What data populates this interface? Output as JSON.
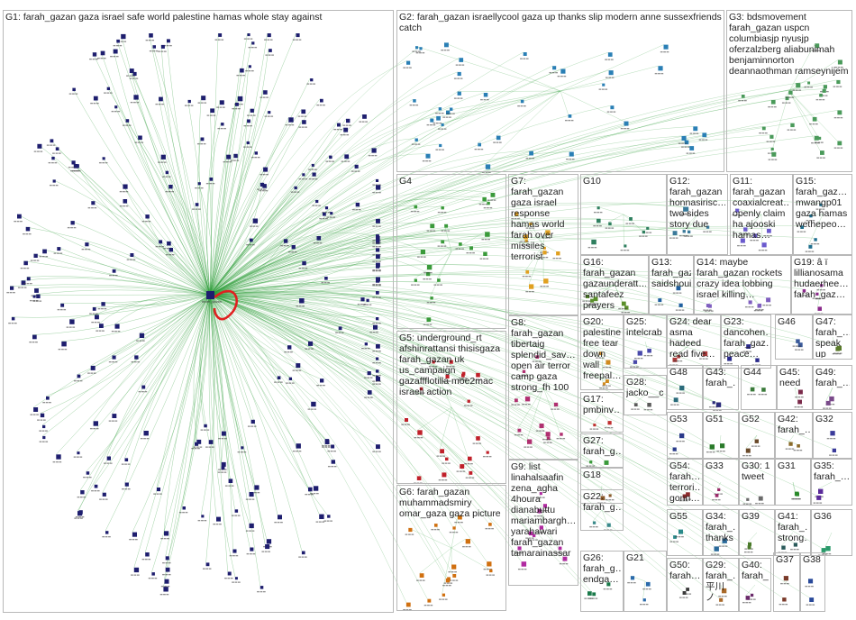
{
  "groups": [
    {
      "id": "G1",
      "label": "G1: farah_gazan gaza israel safe world palestine hamas whole stay against",
      "color": "#1e1e6e"
    },
    {
      "id": "G2",
      "label": "G2: farah_gazan israellycool gaza up thanks slip modern anne sussexfriends catch",
      "color": "#2a7fb5"
    },
    {
      "id": "G3",
      "label": "G3: bdsmovement farah_gazan uspcn columbiasjp nyusjp oferzalzberg aliabunimah benjaminnorton deannaothman ramseynijem",
      "color": "#4a9a5a"
    },
    {
      "id": "G4",
      "label": "G4",
      "color": "#3a9a3a"
    },
    {
      "id": "G5",
      "label": "G5: underground_rt afshinrattansi thisisgaza farah_gazan uk us_campaign gazaffflotilla moe2mac israeli action",
      "color": "#c0202a"
    },
    {
      "id": "G6",
      "label": "G6: farah_gazan muhammadsmiry omar_gaza gaza picture",
      "color": "#d07010"
    },
    {
      "id": "G7",
      "label": "G7: farah_gazan gaza israel response hamas world farah over missiles terrorist",
      "color": "#e0a020"
    },
    {
      "id": "G8",
      "label": "G8: farah_gazan tibertaig splendid_sav… open air terror camp gaza strong_fh 100",
      "color": "#b03070"
    },
    {
      "id": "G9",
      "label": "G9: list linahalsaafin zena_agha 4houra dianabuttu mariambargh… yarahawari farah_gazan tamarainassar",
      "color": "#b02aa0"
    },
    {
      "id": "G10",
      "label": "G10",
      "color": "#2f7f5f"
    },
    {
      "id": "G11",
      "label": "G11: farah_gazan coaxialcreat… openly claim ha ajooski hamas…",
      "color": "#6a5acd"
    },
    {
      "id": "G12",
      "label": "G12: farah_gazan honnasirisc… two sides story due",
      "color": "#3a7a9a"
    },
    {
      "id": "G13",
      "label": "G13: farah_gazan saidshouib",
      "color": "#1f5f9f"
    },
    {
      "id": "G14",
      "label": "G14: maybe farah_gazan rockets crazy idea lobbing israel killing…",
      "color": "#7f5fbf"
    },
    {
      "id": "G15",
      "label": "G15: farah_gaz… mwangp01 gaza hamas wethepeo…",
      "color": "#1e6e8e"
    },
    {
      "id": "G16",
      "label": "G16: farah_gazan gazaunderatt… santafeez prayers gaza…",
      "color": "#5a8f2a"
    },
    {
      "id": "G17",
      "label": "G17: pmbinv…",
      "color": "#c03030"
    },
    {
      "id": "G18",
      "label": "G18",
      "color": "#8a5a2a"
    },
    {
      "id": "G19",
      "label": "G19: â ï lillianosama hudaerhee… farah_gaz…",
      "color": "#8a2a8a"
    },
    {
      "id": "G20",
      "label": "G20: palestine free tear down wall freepal…",
      "color": "#d08a20"
    },
    {
      "id": "G21",
      "label": "G21",
      "color": "#2a6aaa"
    },
    {
      "id": "G22",
      "label": "G22: farah_g…",
      "color": "#3a8a8a"
    },
    {
      "id": "G23",
      "label": "G23: dancohen… farah_gaz… peace…",
      "color": "#2a2a8a"
    },
    {
      "id": "G24",
      "label": "G24: dear asma hadeed read five…",
      "color": "#aa3a3a"
    },
    {
      "id": "G25",
      "label": "G25: intelcrab",
      "color": "#4a4aaa"
    },
    {
      "id": "G26",
      "label": "G26: farah_g… endga…",
      "color": "#1a7a4a"
    },
    {
      "id": "G27",
      "label": "G27: farah_g…",
      "color": "#3a9a3a"
    },
    {
      "id": "G28",
      "label": "G28: jacko__c",
      "color": "#5a5a5a"
    },
    {
      "id": "G29",
      "label": "G29: farah_… 平川 ノ",
      "color": "#aa6a2a"
    },
    {
      "id": "G30",
      "label": "G30: 1 tweet",
      "color": "#6a6a6a"
    },
    {
      "id": "G31",
      "label": "G31",
      "color": "#2a8a2a"
    },
    {
      "id": "G32",
      "label": "G32",
      "color": "#3a3a9a"
    },
    {
      "id": "G33",
      "label": "G33",
      "color": "#9a2a6a"
    },
    {
      "id": "G34",
      "label": "G34: farah_… thanks",
      "color": "#2a6a9a"
    },
    {
      "id": "G35",
      "label": "G35: farah_…",
      "color": "#5a2a9a"
    },
    {
      "id": "G36",
      "label": "G36",
      "color": "#2a9a6a"
    },
    {
      "id": "G37",
      "label": "G37",
      "color": "#7a3a2a"
    },
    {
      "id": "G38",
      "label": "G38",
      "color": "#2a4a9a"
    },
    {
      "id": "G39",
      "label": "G39",
      "color": "#4a7a2a"
    },
    {
      "id": "G40",
      "label": "G40: farah_…",
      "color": "#6a2a6a"
    },
    {
      "id": "G41",
      "label": "G41: farah_… strong…",
      "color": "#2a5a5a"
    },
    {
      "id": "G42",
      "label": "G42: farah_…",
      "color": "#8a6a2a"
    },
    {
      "id": "G43",
      "label": "G43: farah_…",
      "color": "#2a2a7a"
    },
    {
      "id": "G44",
      "label": "G44",
      "color": "#3a7a3a"
    },
    {
      "id": "G45",
      "label": "G45: need",
      "color": "#7a2a4a"
    },
    {
      "id": "G46",
      "label": "G46",
      "color": "#3a5a9a"
    },
    {
      "id": "G47",
      "label": "G47: farah_… speak up",
      "color": "#5a7a2a"
    },
    {
      "id": "G48",
      "label": "G48",
      "color": "#2a6a7a"
    },
    {
      "id": "G49",
      "label": "G49: farah_…",
      "color": "#7a4a8a"
    },
    {
      "id": "G50",
      "label": "G50: farah…",
      "color": "#3a3a3a"
    },
    {
      "id": "G51",
      "label": "G51",
      "color": "#2a7a2a"
    },
    {
      "id": "G52",
      "label": "G52",
      "color": "#6a4a2a"
    },
    {
      "id": "G53",
      "label": "G53",
      "color": "#2a3a8a"
    },
    {
      "id": "G54",
      "label": "G54: farah… terrori… gonn…",
      "color": "#8a2a2a"
    },
    {
      "id": "G55",
      "label": "G55",
      "color": "#2a8a8a"
    }
  ],
  "hub": {
    "label": "farah_gazan",
    "color": "#1e1e6e"
  },
  "edge_color": "#2e9e3a",
  "self_loop_color": "#e02020"
}
